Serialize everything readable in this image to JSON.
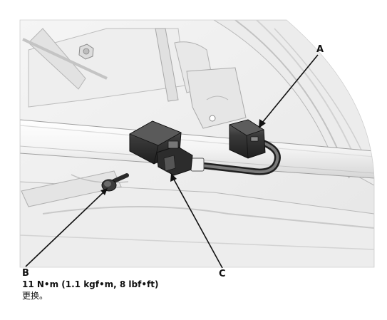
{
  "callouts": {
    "a": "A",
    "b": "B",
    "c": "C"
  },
  "bolt_spec": {
    "torque": "11 N•m (1.1 kgf•m, 8 lbf•ft)",
    "note": "更换。"
  },
  "colors": {
    "line": "#1a1a1a",
    "body_panel": "#f2f2f2",
    "connector": "#3a3a3a",
    "background": "#ffffff"
  },
  "icons": [
    "bolt-icon",
    "connector-icon",
    "harness-icon"
  ]
}
